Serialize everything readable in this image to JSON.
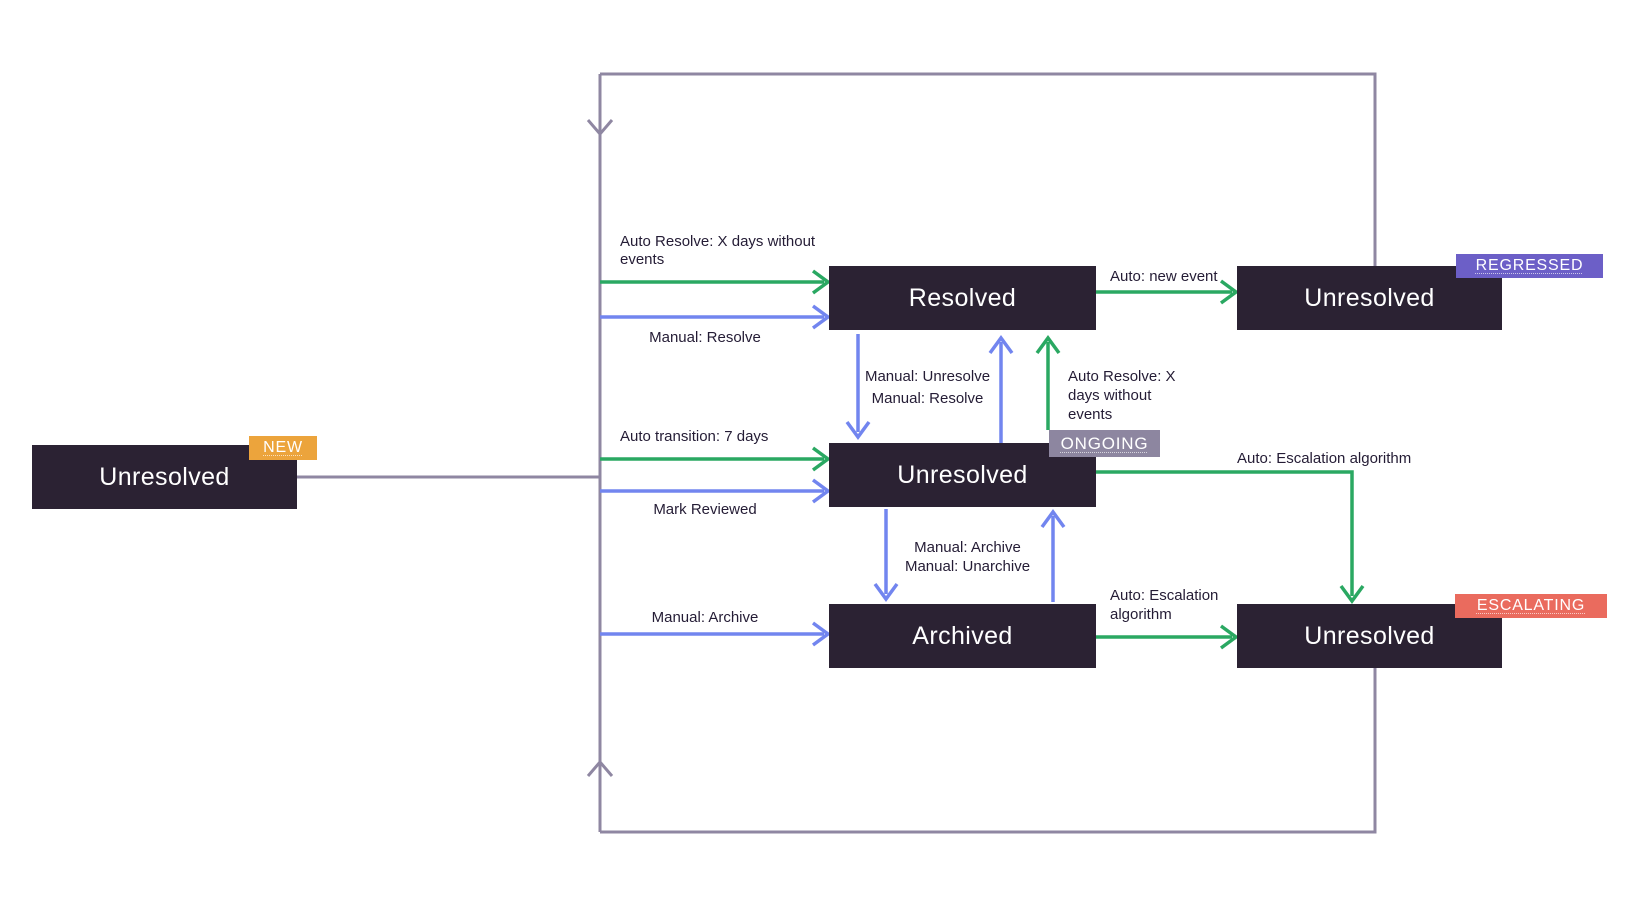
{
  "colors": {
    "background": "#ffffff",
    "box": "#2b2233",
    "box_text": "#ffffff",
    "loop": "#8f87a2",
    "green": "#2aa862",
    "blue": "#7285ef",
    "label": "#241c35",
    "badge_new": "#eca43c",
    "badge_regressed": "#6c5fc7",
    "badge_ongoing": "#8d86a0",
    "badge_escalating": "#ea6b5e"
  },
  "nodes": {
    "new": {
      "label": "Unresolved",
      "badge": "NEW"
    },
    "resolved": {
      "label": "Resolved"
    },
    "regressed": {
      "label": "Unresolved",
      "badge": "REGRESSED"
    },
    "ongoing": {
      "label": "Unresolved",
      "badge": "ONGOING"
    },
    "archived": {
      "label": "Archived"
    },
    "escalating": {
      "label": "Unresolved",
      "badge": "ESCALATING"
    }
  },
  "edges": {
    "auto_resolve_to_resolved": "Auto Resolve: X days without events",
    "manual_resolve_to_resolved": "Manual: Resolve",
    "auto_transition": "Auto transition: 7 days",
    "mark_reviewed": "Mark Reviewed",
    "manual_archive_to_archived": "Manual: Archive",
    "manual_unresolve": "Manual: Unresolve",
    "manual_resolve_mid": "Manual: Resolve",
    "auto_resolve_mid": "Auto Resolve: X days without events",
    "manual_archive_mid": "Manual: Archive",
    "manual_unarchive_mid": "Manual: Unarchive",
    "auto_new_event": "Auto: new event",
    "auto_escalation_algorithm_right": "Auto: Escalation algorithm",
    "auto_escalation_algorithm_bottom": "Auto: Escalation algorithm"
  }
}
